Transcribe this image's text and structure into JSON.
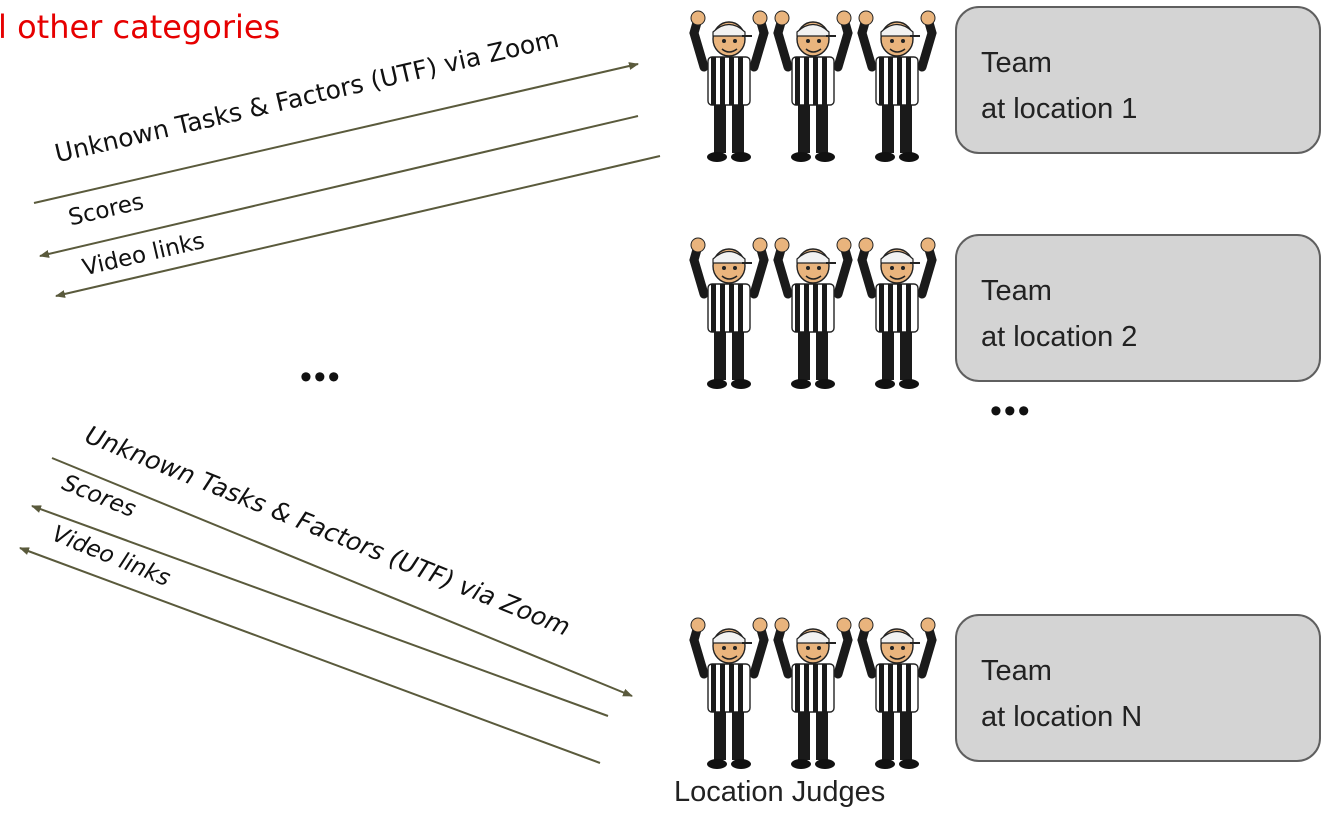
{
  "header_text": "l other categories",
  "flows": [
    {
      "id": "top",
      "outgoing_label": "Unknown Tasks & Factors (UTF) via Zoom",
      "return_labels": [
        "Scores",
        "Video links"
      ]
    },
    {
      "id": "bottom",
      "outgoing_label": "Unknown Tasks & Factors (UTF) via Zoom",
      "return_labels": [
        "Scores",
        "Video links"
      ]
    }
  ],
  "teams": [
    {
      "line1": "Team",
      "line2": "at location 1"
    },
    {
      "line1": "Team",
      "line2": "at location 2"
    },
    {
      "line1": "Team",
      "line2": "at location N"
    }
  ],
  "ellipsis": "•••",
  "judges_caption": "Location Judges",
  "colors": {
    "arrow": "#5a5a3c",
    "header": "#e60000",
    "team_fill": "#d4d4d4",
    "team_border": "#5f5f5f",
    "stripe": "#1a1a1a"
  },
  "icons": [
    "referee-icon"
  ]
}
